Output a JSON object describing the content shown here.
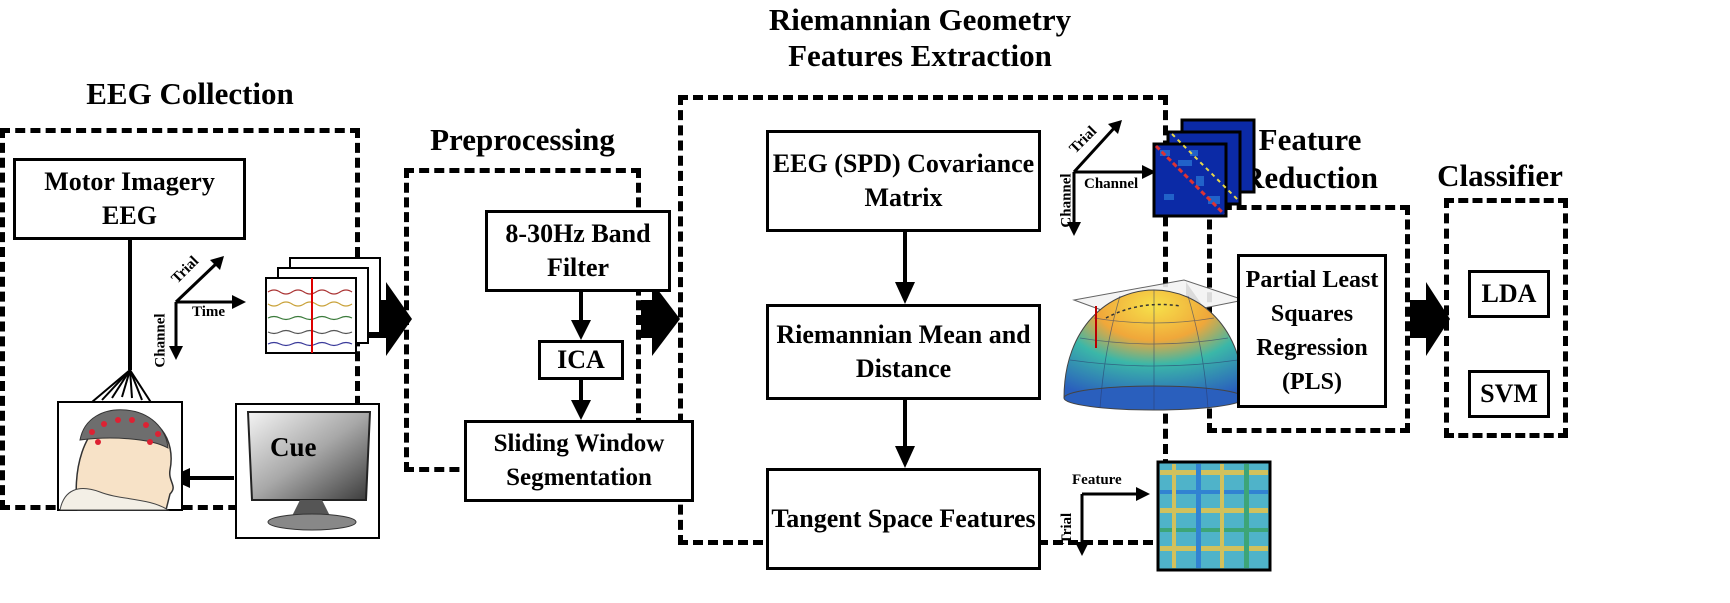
{
  "sections": {
    "eeg_collection": {
      "title": "EEG Collection",
      "motor_imagery": "Motor Imagery EEG",
      "cue": "Cue",
      "axis_trial": "Trial",
      "axis_time": "Time",
      "axis_channel": "Channel"
    },
    "preprocessing": {
      "title": "Preprocessing",
      "band_filter": "8-30Hz Band Filter",
      "ica": "ICA",
      "sliding_window": "Sliding Window Segmentation"
    },
    "riemannian": {
      "title_line1": "Riemannian Geometry",
      "title_line2": "Features Extraction",
      "covariance": "EEG (SPD) Covariance Matrix",
      "mean_distance": "Riemannian Mean and Distance",
      "tangent": "Tangent Space Features",
      "axis_trial": "Trial",
      "axis_channel": "Channel",
      "axis_channel_v": "Channel",
      "axis_feature": "Feature",
      "axis_trial_v": "Trial"
    },
    "feature_reduction": {
      "title_line1": "Feature",
      "title_line2": "Reduction",
      "pls": "Partial Least Squares Regression (PLS)"
    },
    "classifier": {
      "title": "Classifier",
      "lda": "LDA",
      "svm": "SVM"
    }
  },
  "colors": {
    "matrix_blue": "#0b2aa6",
    "surface_yellow": "#f2c84b",
    "surface_blue": "#2f6fbf"
  }
}
